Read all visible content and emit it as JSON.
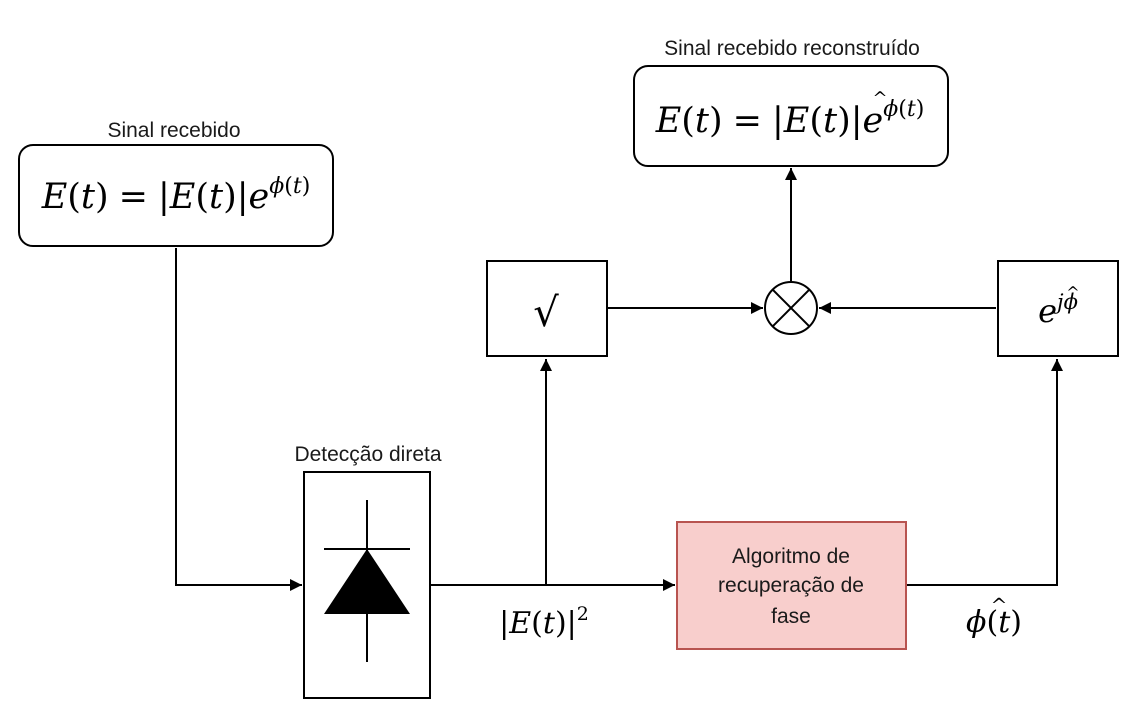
{
  "labels": {
    "sinal_recebido": "Sinal recebido",
    "sinal_reconstruido": "Sinal recebido reconstruído",
    "deteccao": "Detecção direta",
    "algoritmo_1": "Algoritmo de",
    "algoritmo_2": "recuperação de",
    "algoritmo_3": "fase"
  },
  "math": {
    "E": "E",
    "t": "t",
    "e": "e",
    "j": "j",
    "phi": "ϕ",
    "hat": "^",
    "sqrt": "√",
    "two": "2",
    "open_paren": "(",
    "close_paren": ")",
    "eq": "=",
    "bar": "|"
  },
  "colors": {
    "algoritmo_fill": "#f8cecc",
    "algoritmo_stroke": "#b85450",
    "line": "#000000"
  },
  "icons": {
    "photodiode": "photodiode-icon",
    "multiplier": "multiplier-icon"
  }
}
